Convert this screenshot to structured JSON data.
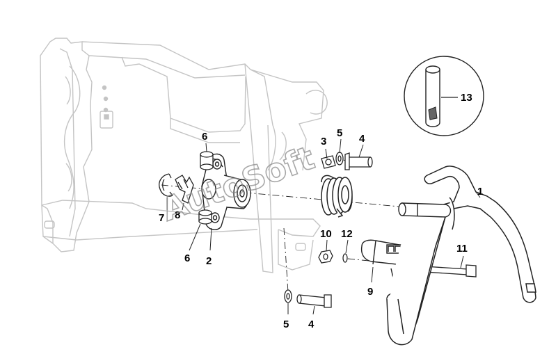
{
  "diagram": {
    "callouts": [
      "1",
      "2",
      "3",
      "4",
      "4",
      "5",
      "5",
      "6",
      "6",
      "7",
      "8",
      "9",
      "10",
      "11",
      "12",
      "13"
    ],
    "watermark": "AutoSoft"
  }
}
